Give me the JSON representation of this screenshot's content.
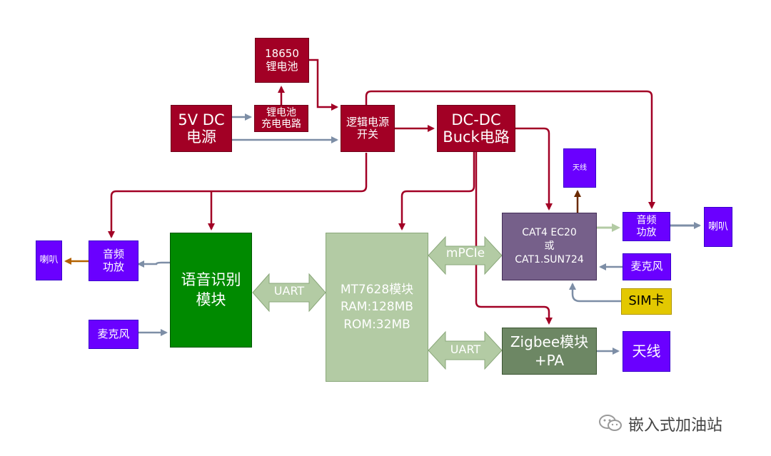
{
  "blocks": {
    "battery": [
      "18650",
      "锂电池"
    ],
    "charger": [
      "锂电池",
      "充电电路"
    ],
    "dc5v": [
      "5V DC",
      "电源"
    ],
    "logic_switch": [
      "逻辑电源",
      "开关"
    ],
    "buck": [
      "DC-DC",
      "Buck电路"
    ],
    "antenna_top": "天线",
    "cat4": [
      "CAT4 EC20",
      "或",
      "CAT1.SUN724"
    ],
    "amp_right": [
      "音频",
      "功放"
    ],
    "speaker_right": "喇叭",
    "mic_right": "麦克风",
    "sim": "SIM卡",
    "voice": [
      "语音识别",
      "模块"
    ],
    "amp_left": [
      "音频",
      "功放"
    ],
    "speaker_left": "喇叭",
    "mic_left": "麦克风",
    "mt7628": [
      "MT7628模块",
      "RAM:128MB",
      "ROM:32MB"
    ],
    "zigbee": [
      "Zigbee模块",
      "+PA"
    ],
    "antenna_right": "天线"
  },
  "links": {
    "uart_left": "UART",
    "mpcie": "mPCIe",
    "uart_right": "UART"
  },
  "watermark": "嵌入式加油站",
  "colors": {
    "power_block": "#a20025",
    "io_block": "#6a00ff",
    "voice_block": "#008a00",
    "mcu_block": "#b3cba4",
    "zigbee_block": "#6d8764",
    "modem_block": "#76608a",
    "sim_block": "#e3c800",
    "wire_power": "#a20025",
    "wire_signal": "#7d8ea6",
    "link_arrow": "#b3cba4"
  }
}
